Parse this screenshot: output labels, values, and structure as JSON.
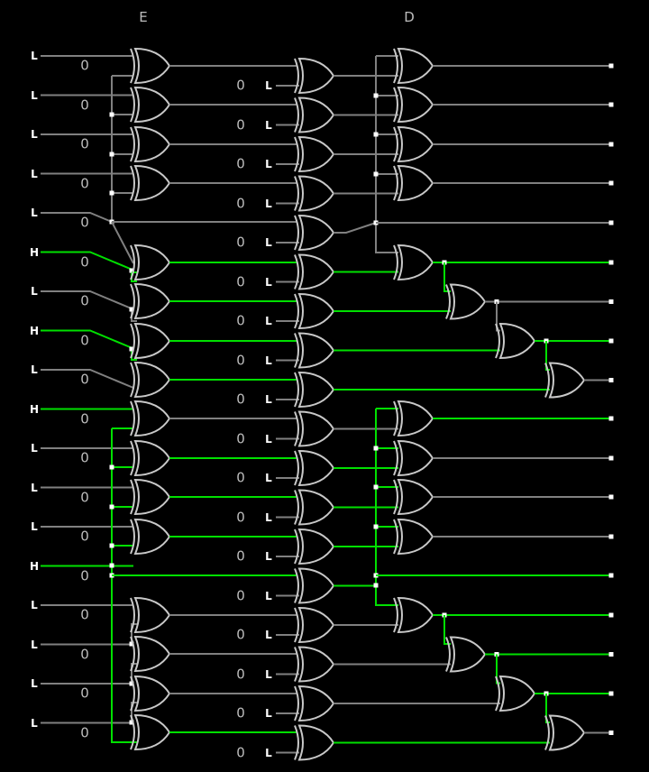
{
  "titles": {
    "encoder": "E",
    "decoder": "D"
  },
  "colors": {
    "background": "#000000",
    "wire_low": "#808080",
    "wire_high": "#00e000",
    "gate": "#c8c8c8",
    "node": "#ffffff"
  },
  "inputs": [
    "L",
    "L",
    "L",
    "L",
    "L",
    "H",
    "L",
    "H",
    "L",
    "H",
    "L",
    "L",
    "L",
    "H",
    "L",
    "L",
    "L",
    "L"
  ],
  "input_zero_labels": [
    "0",
    "0",
    "0",
    "0",
    "0",
    "0",
    "0",
    "0",
    "0",
    "0",
    "0",
    "0",
    "0",
    "0",
    "0",
    "0",
    "0",
    "0"
  ],
  "middle_inputs": [
    "L",
    "L",
    "L",
    "L",
    "L",
    "L",
    "L",
    "L",
    "L",
    "L",
    "L",
    "L",
    "L",
    "L",
    "L",
    "L",
    "L",
    "L"
  ],
  "middle_zero_labels": [
    "0",
    "0",
    "0",
    "0",
    "0",
    "0",
    "0",
    "0",
    "0",
    "0",
    "0",
    "0",
    "0",
    "0",
    "0",
    "0",
    "0",
    "0"
  ],
  "outputs_high": [
    false,
    false,
    false,
    false,
    false,
    true,
    false,
    true,
    false,
    true,
    false,
    false,
    false,
    true,
    true,
    true,
    true,
    false
  ]
}
